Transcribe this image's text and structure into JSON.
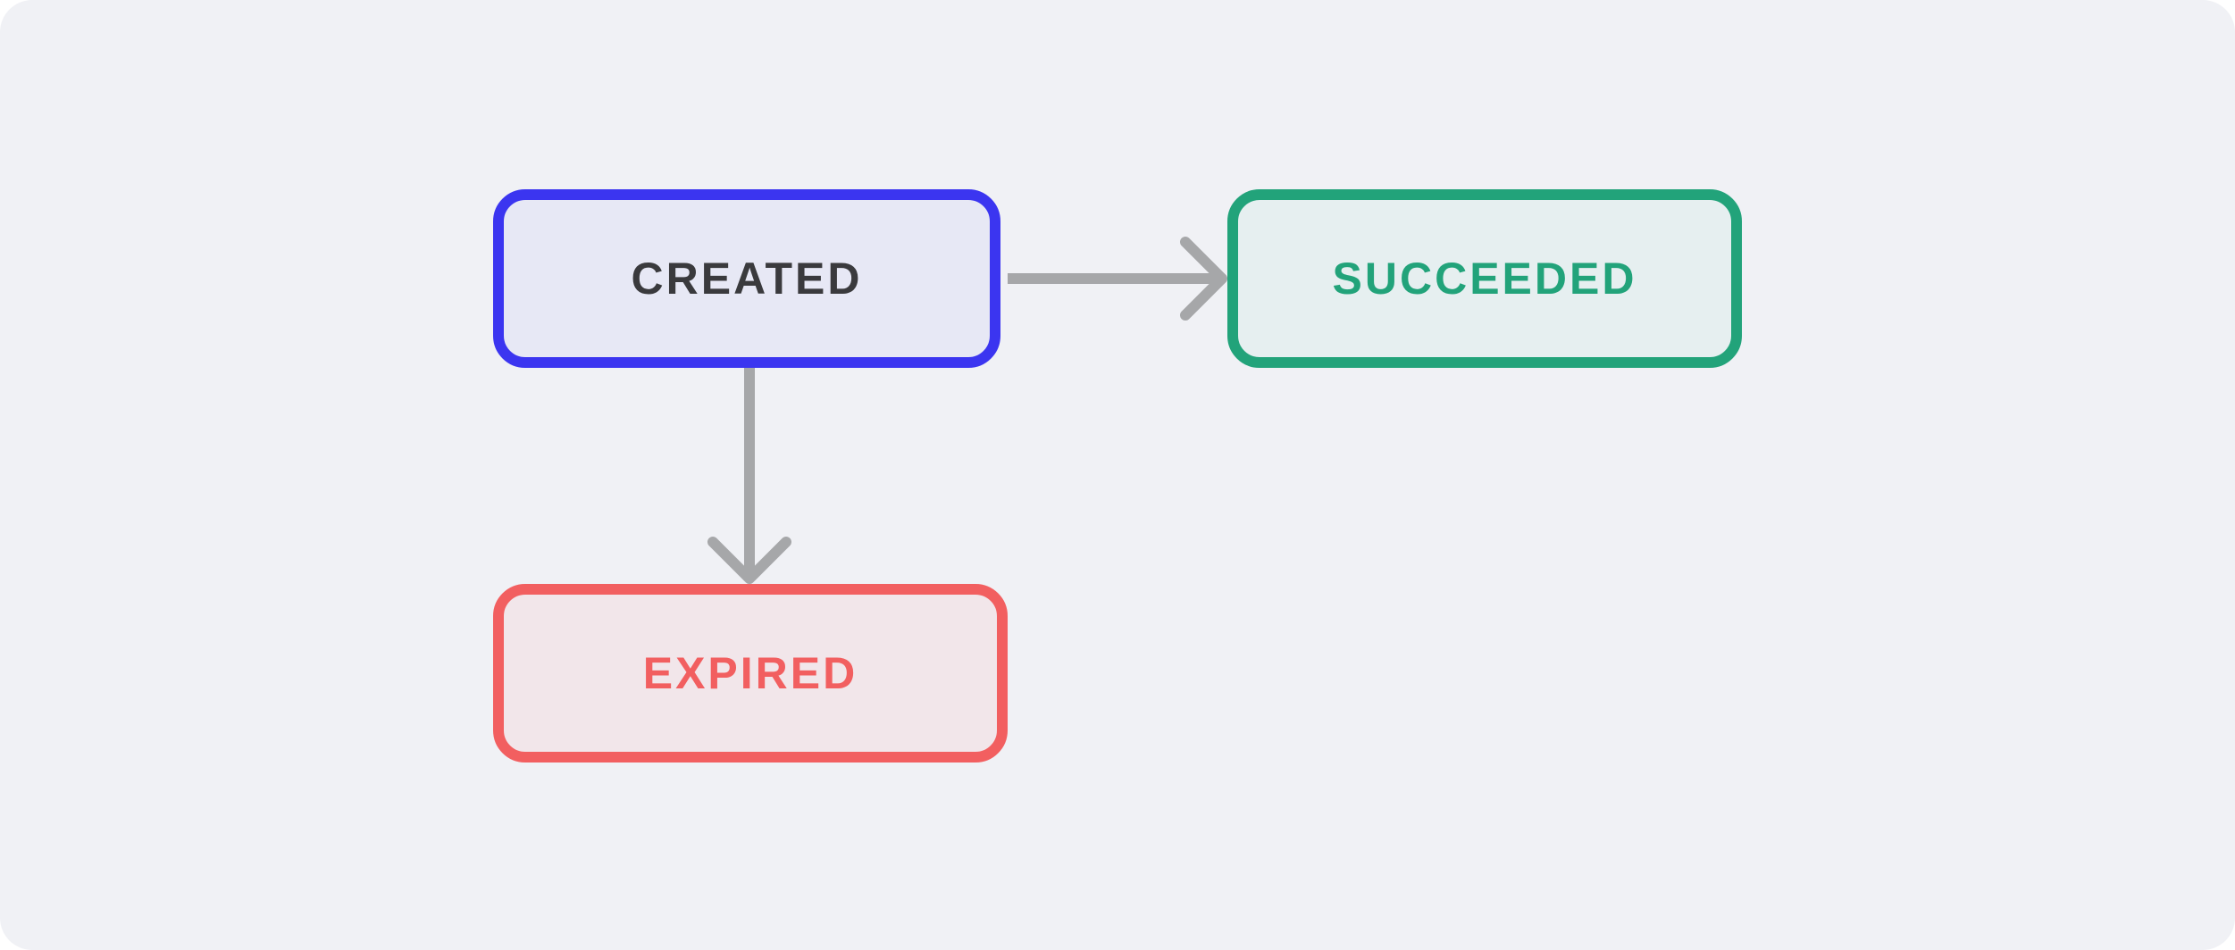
{
  "diagram": {
    "background": "#f0f1f5",
    "edge_color": "#a6a7a9",
    "nodes": {
      "created": {
        "label": "CREATED",
        "border": "#3b35f0",
        "fill": "#e7e8f5",
        "text": "#3a3a3d"
      },
      "succeeded": {
        "label": "SUCCEEDED",
        "border": "#22a37a",
        "fill": "#e6eff0",
        "text": "#22a37a"
      },
      "expired": {
        "label": "EXPIRED",
        "border": "#f25f60",
        "fill": "#f2e6ea",
        "text": "#f25f60"
      }
    },
    "edges": [
      {
        "from": "CREATED",
        "to": "SUCCEEDED"
      },
      {
        "from": "CREATED",
        "to": "EXPIRED"
      }
    ]
  }
}
